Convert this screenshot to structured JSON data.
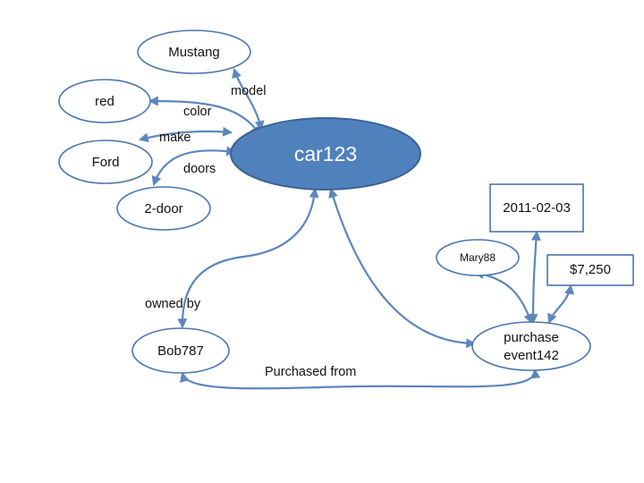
{
  "nodes": {
    "mustang": "Mustang",
    "red": "red",
    "ford": "Ford",
    "two_door": "2-door",
    "car": "car123",
    "date": "2011-02-03",
    "mary": "Mary88",
    "price": "$7,250",
    "bob": "Bob787",
    "purchase_line1": "purchase",
    "purchase_line2": "event142"
  },
  "edges": {
    "model": "model",
    "color": "color",
    "make": "make",
    "doors": "doors",
    "owned_by": "owned by",
    "purchased_from": "Purchased from"
  },
  "colors": {
    "main_node_fill": "#4f81bd",
    "node_stroke": "#4a76ae",
    "edge": "#5d86bd"
  }
}
